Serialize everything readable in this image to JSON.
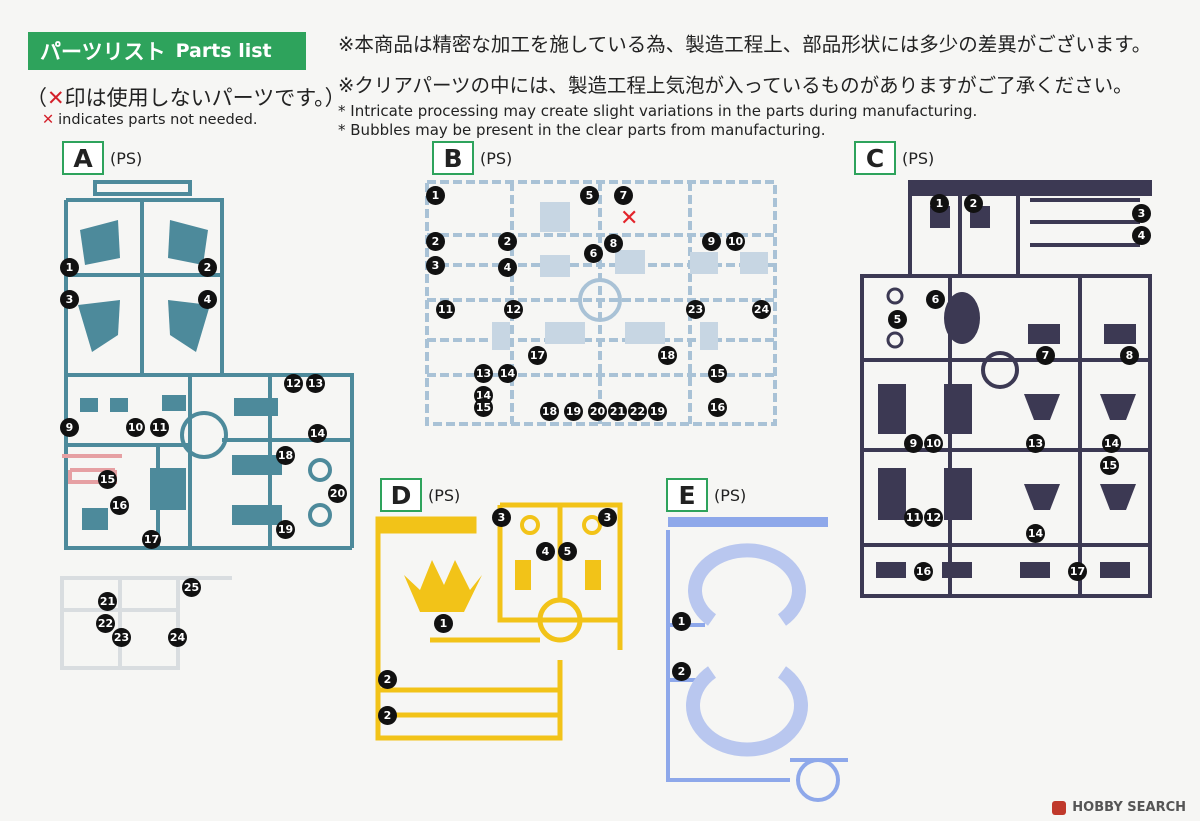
{
  "header": {
    "title_jp": "パーツリスト",
    "title_en": "Parts list"
  },
  "legend": {
    "mark": "✕",
    "jp_open": "（",
    "jp_text": "印は使用しないパーツです。）",
    "en_text": "indicates parts not needed."
  },
  "notes": {
    "jp": [
      "※本商品は精密な加工を施している為、製造工程上、部品形状には多少の差異がございます。",
      "※クリアパーツの中には、製造工程上気泡が入っているものがありますがご了承ください。"
    ],
    "en": [
      "* Intricate processing may create slight variations in the parts during manufacturing.",
      "* Bubbles may be present in the clear parts from manufacturing."
    ]
  },
  "runners": {
    "A": {
      "letter": "A",
      "material": "(PS)",
      "color": "#4d8a9b"
    },
    "B": {
      "letter": "B",
      "material": "(PS)",
      "color": "#a9c2d6"
    },
    "C": {
      "letter": "C",
      "material": "(PS)",
      "color": "#3c3953"
    },
    "D": {
      "letter": "D",
      "material": "(PS)",
      "color": "#f2c318"
    },
    "E": {
      "letter": "E",
      "material": "(PS)",
      "color": "#8ea8ea"
    }
  },
  "clear_runner_color": "#d9dde0",
  "pink_part_color": "#e6a0a3",
  "part_numbers": {
    "A": [
      "1",
      "2",
      "3",
      "4",
      "9",
      "10",
      "11",
      "12",
      "13",
      "14",
      "15",
      "16",
      "17",
      "18",
      "19",
      "20",
      "21",
      "22",
      "23",
      "24",
      "25"
    ],
    "B": [
      "1",
      "2",
      "2",
      "3",
      "4",
      "5",
      "6",
      "7",
      "8",
      "9",
      "10",
      "11",
      "12",
      "13",
      "14",
      "14",
      "15",
      "15",
      "16",
      "17",
      "18",
      "18",
      "19",
      "19",
      "20",
      "21",
      "22",
      "23",
      "24"
    ],
    "C": [
      "1",
      "2",
      "3",
      "4",
      "5",
      "6",
      "7",
      "8",
      "9",
      "10",
      "11",
      "12",
      "13",
      "14",
      "14",
      "15",
      "16",
      "17"
    ],
    "D": [
      "1",
      "2",
      "2",
      "3",
      "3",
      "4",
      "5"
    ],
    "E": [
      "1",
      "2"
    ]
  },
  "unused_mark": "✕",
  "watermark": "HOBBY SEARCH"
}
